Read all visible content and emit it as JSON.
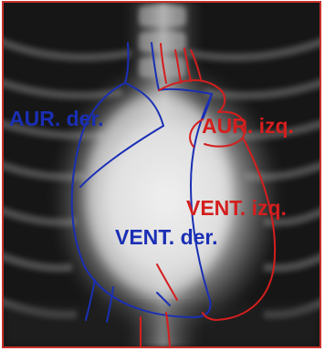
{
  "labels": {
    "right_atrium": "AUR. der.",
    "left_atrium": "AUR. izq.",
    "left_ventricle": "VENT. izq.",
    "right_ventricle": "VENT. der."
  },
  "colors": {
    "right_side": "#1a2fb5",
    "left_side": "#d51e1e",
    "frame_border": "#c8312b"
  }
}
